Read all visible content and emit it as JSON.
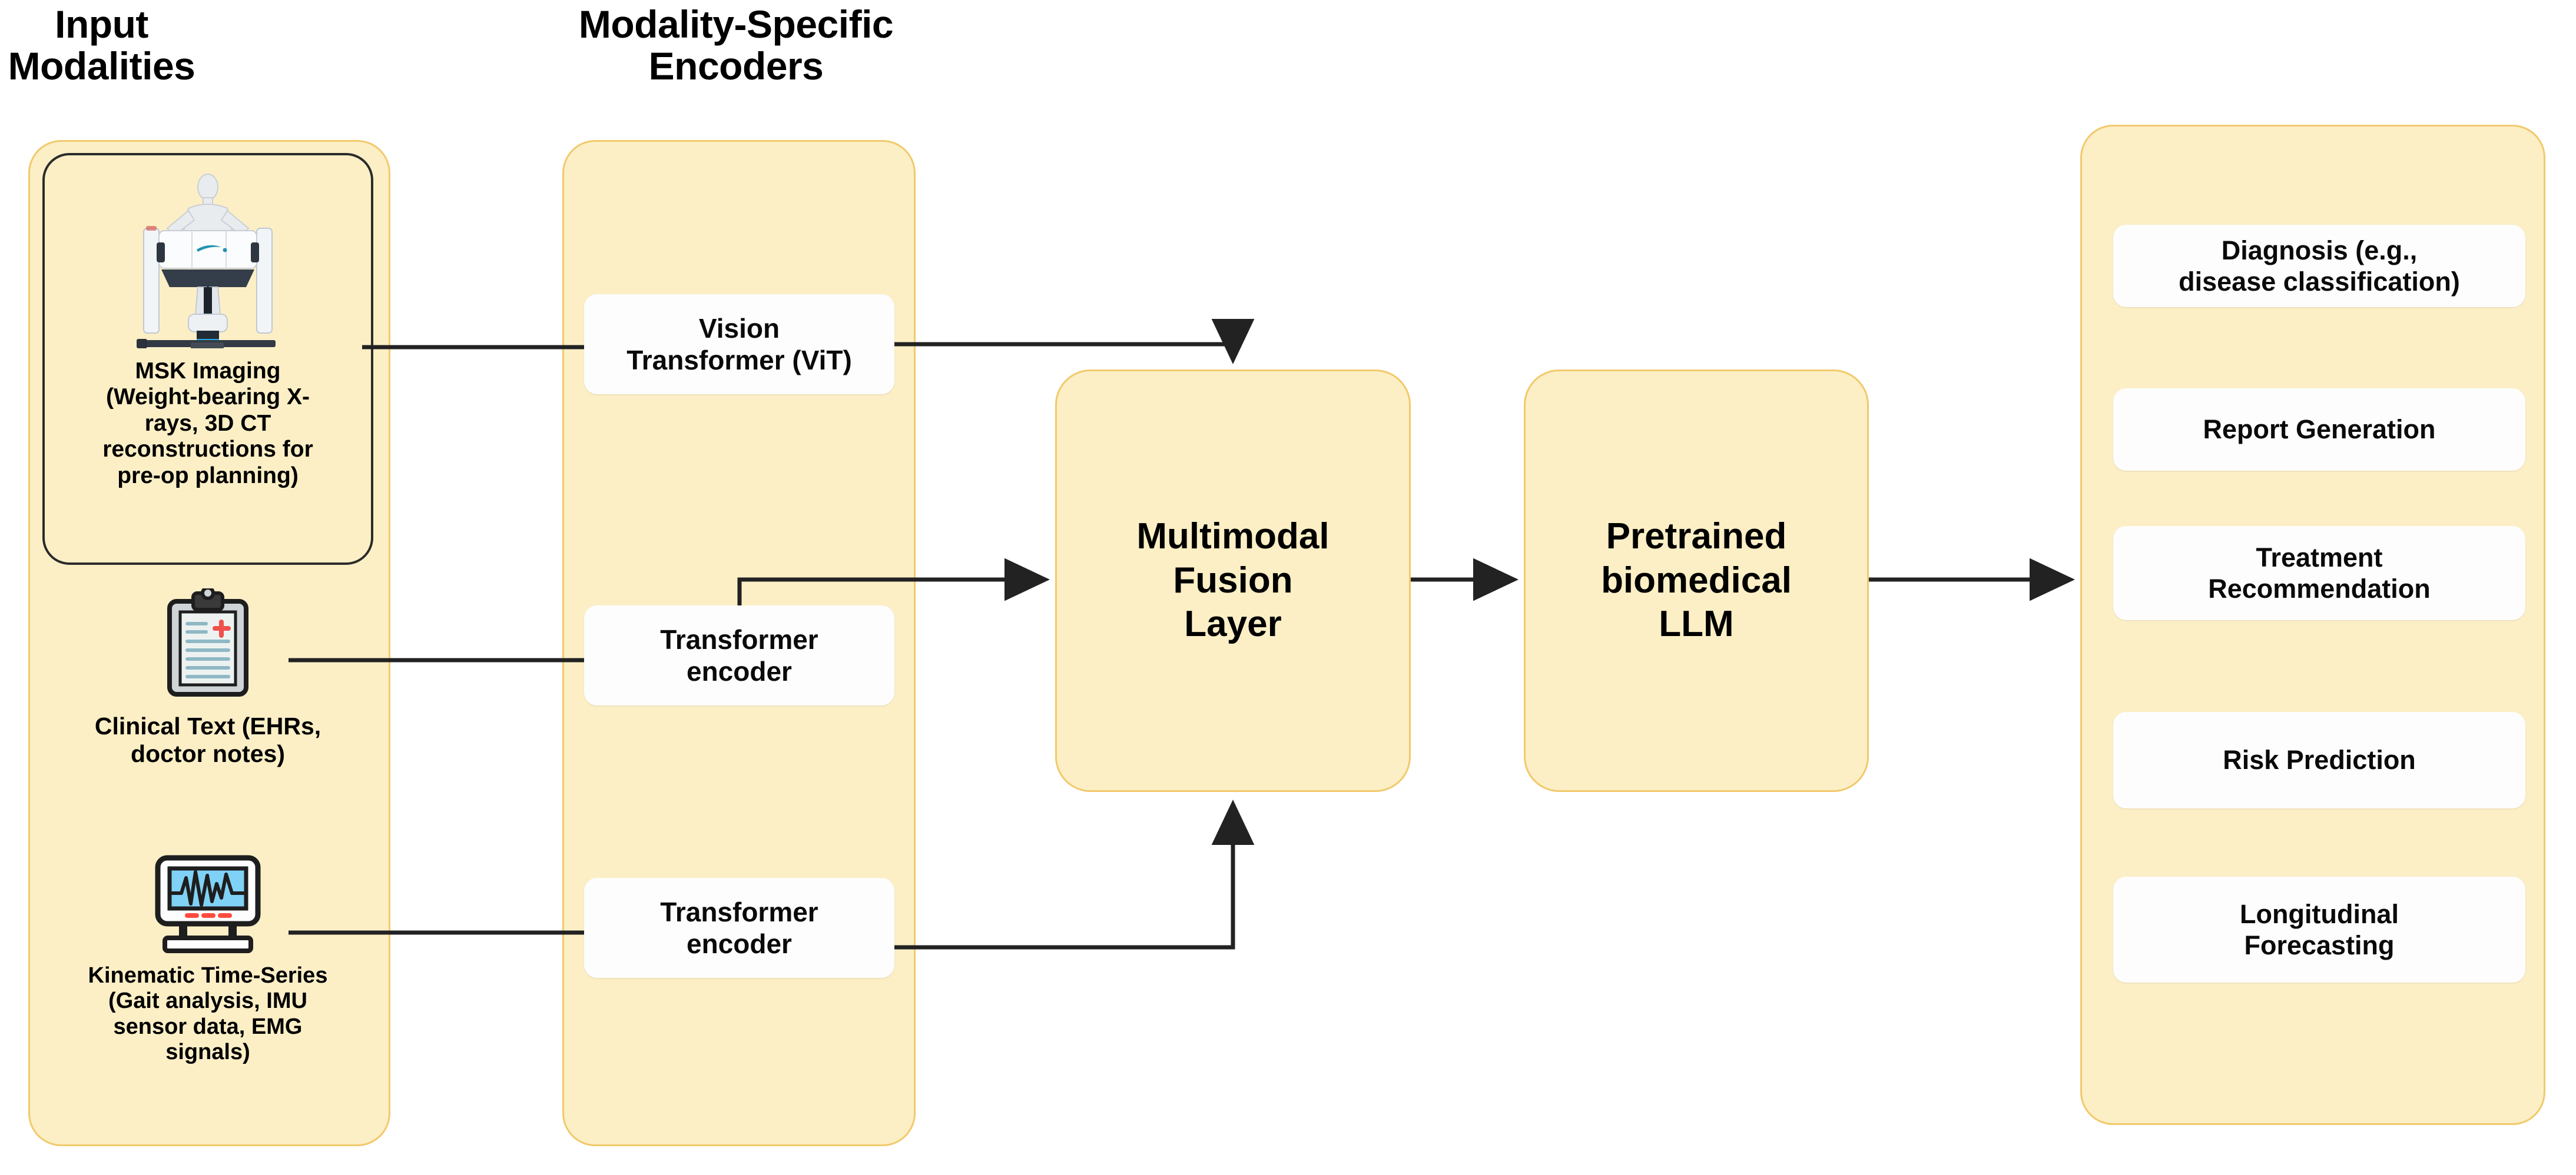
{
  "diagram": {
    "title_input": "Input\nModalities",
    "title_encoders": "Modality-Specific\nEncoders"
  },
  "colors": {
    "panel_fill": "#FCEFC6",
    "panel_border": "#F2C96B",
    "chip_fill": "#FDFDFD",
    "arrow": "#222222",
    "card_outline": "#2B2B2B",
    "monitor_screen": "#7FD2F5",
    "clipboard_rule": "#8FB8C4",
    "clipboard_cross": "#F0504B",
    "xray_accent": "#2193B0"
  },
  "inputs": {
    "items": [
      {
        "icon": "xray-machine-icon",
        "label": "MSK Imaging\n(Weight-bearing X-\nrays, 3D CT\nreconstructions for\npre-op planning)"
      },
      {
        "icon": "clipboard-notes-icon",
        "label": "Clinical Text (EHRs,\ndoctor notes)"
      },
      {
        "icon": "waveform-monitor-icon",
        "label": "Kinematic Time-Series\n(Gait analysis, IMU\nsensor data, EMG\nsignals)"
      }
    ]
  },
  "encoders": {
    "items": [
      {
        "label": "Vision\nTransformer (ViT)"
      },
      {
        "label": "Transformer\nencoder"
      },
      {
        "label": "Transformer\nencoder"
      }
    ]
  },
  "pipeline": {
    "fusion": "Multimodal\nFusion\nLayer",
    "llm": "Pretrained\nbiomedical\nLLM"
  },
  "outputs": {
    "items": [
      {
        "label": "Diagnosis (e.g.,\ndisease classification)"
      },
      {
        "label": "Report Generation"
      },
      {
        "label": "Treatment\nRecommendation"
      },
      {
        "label": "Risk Prediction"
      },
      {
        "label": "Longitudinal\nForecasting"
      }
    ]
  }
}
